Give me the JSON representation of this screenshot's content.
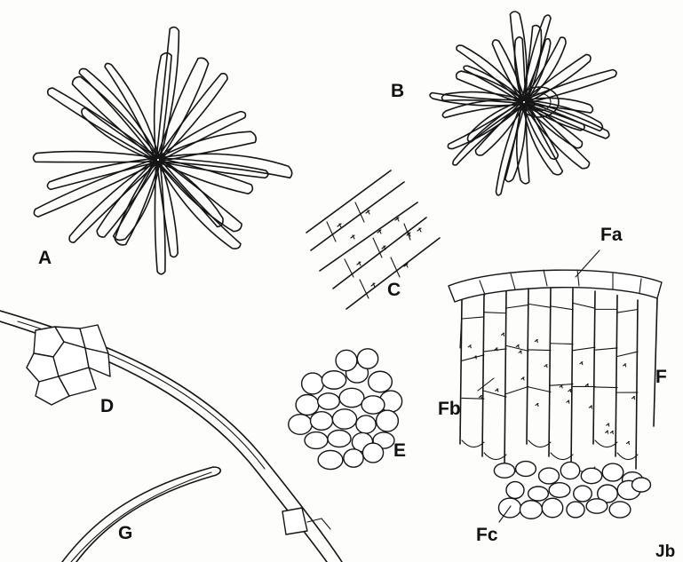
{
  "labels": {
    "A": "A",
    "B": "B",
    "C": "C",
    "D": "D",
    "E": "E",
    "F": "F",
    "Fa": "Fa",
    "Fb": "Fb",
    "Fc": "Fc",
    "G": "G",
    "Jb": "Jb"
  },
  "colors": {
    "ink": "#151515",
    "paper": "#fdfdfc"
  }
}
